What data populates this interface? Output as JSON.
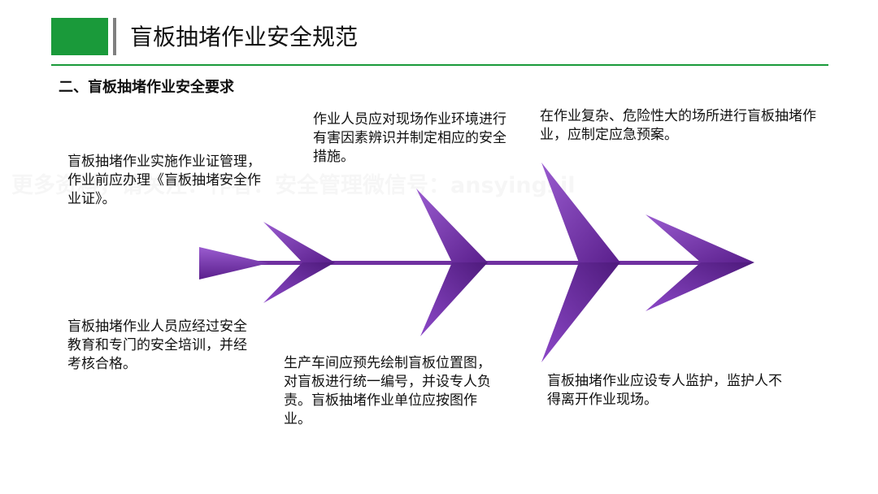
{
  "header": {
    "title": "盲板抽堵作业安全规范",
    "accent_color": "#1a9a3a",
    "separator_color": "#808080"
  },
  "section": {
    "title": "二、盲板抽堵作业安全要求"
  },
  "watermark": "更多资料，请关注：作者：安全管理微信号：ansyingsjl",
  "diagram": {
    "arrow_color": "#7030a0",
    "notes": [
      "盲板抽堵作业实施作业证管理，作业前应办理《盲板抽堵安全作业证》。",
      "盲板抽堵作业人员应经过安全教育和专门的安全培训，并经考核合格。",
      "作业人员应对现场作业环境进行有害因素辨识并制定相应的安全措施。",
      "生产车间应预先绘制盲板位置图，对盲板进行统一编号，并设专人负责。盲板抽堵作业单位应按图作业。",
      "在作业复杂、危险性大的场所进行盲板抽堵作业，应制定应急预案。",
      "盲板抽堵作业应设专人监护，监护人不得离开作业现场。"
    ]
  }
}
